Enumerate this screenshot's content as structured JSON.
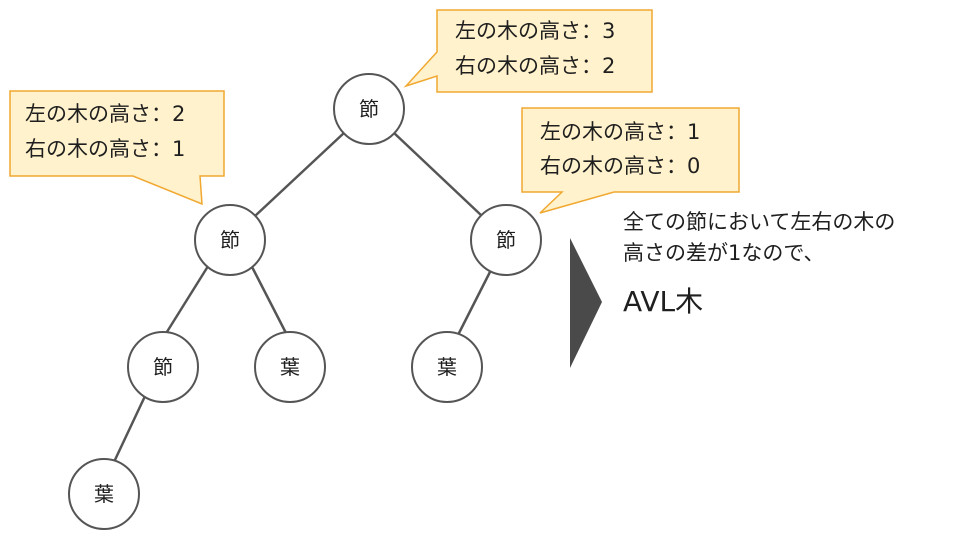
{
  "colors": {
    "callout_fill": "#FFF2CC",
    "callout_border": "#F0A830",
    "node_fill": "#FFFFFF",
    "node_stroke": "#555555",
    "edge_stroke": "#555555",
    "arrow_fill": "#4A4A4A"
  },
  "tree": {
    "root": {
      "label": "節"
    },
    "left": {
      "label": "節"
    },
    "right": {
      "label": "節"
    },
    "left_left": {
      "label": "節"
    },
    "left_right": {
      "label": "葉"
    },
    "right_left": {
      "label": "葉"
    },
    "left_left_left": {
      "label": "葉"
    }
  },
  "callouts": {
    "root": {
      "left_height": "左の木の高さ：3",
      "right_height": "右の木の高さ：2"
    },
    "left": {
      "left_height": "左の木の高さ：2",
      "right_height": "右の木の高さ：1"
    },
    "right": {
      "left_height": "左の木の高さ：1",
      "right_height": "右の木の高さ：0"
    }
  },
  "conclusion": {
    "line1": "全ての節において左右の木の",
    "line2": "高さの差が1なので、",
    "result": "AVL木"
  }
}
